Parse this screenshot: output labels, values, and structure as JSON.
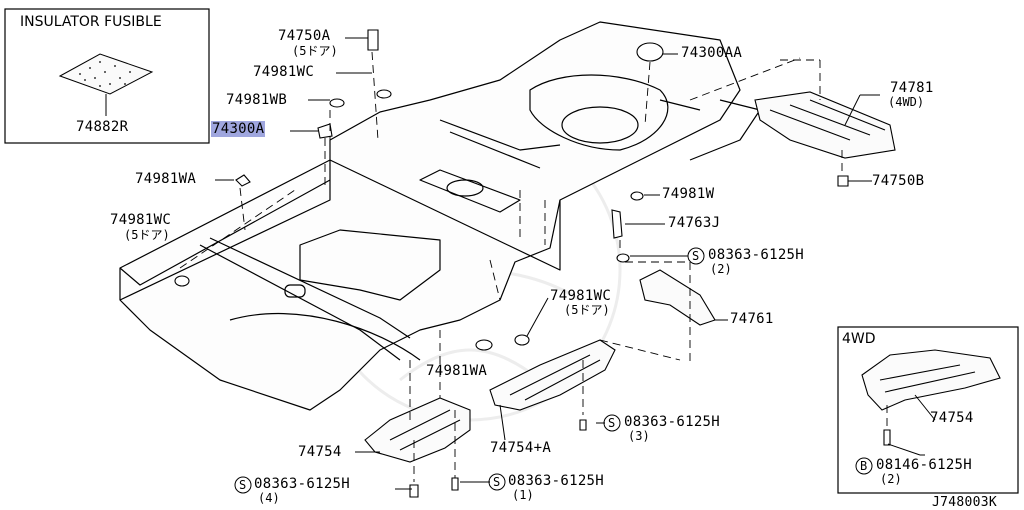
{
  "inset_insulator": {
    "title": "INSULATOR FUSIBLE",
    "part": "74882R"
  },
  "inset_4wd": {
    "title": "4WD",
    "part": "74754",
    "bolt": "08146-6125H",
    "bolt_symbol": "B",
    "bolt_qty": "(2)"
  },
  "labels": {
    "p74750A": "74750A",
    "p74750A_sub": "(5ドア)",
    "p74981WC_top": "74981WC",
    "p74981WB": "74981WB",
    "p74300A": "74300A",
    "p74981WA_left": "74981WA",
    "p74981WC_left": "74981WC",
    "p74981WC_left_sub": "(5ドア)",
    "p74300AA": "74300AA",
    "p74781": "74781",
    "p74781_sub": "(4WD)",
    "p74750B": "74750B",
    "p74981W": "74981W",
    "p74763J": "74763J",
    "bolt_r1": "08363-6125H",
    "bolt_r1_qty": "(2)",
    "p74761": "74761",
    "p74981WC_mid": "74981WC",
    "p74981WC_mid_sub": "(5ドア)",
    "p74981WA_mid": "74981WA",
    "bolt_r3": "08363-6125H",
    "bolt_r3_qty": "(3)",
    "p74754": "74754",
    "p74754A": "74754+A",
    "bolt_b1": "08363-6125H",
    "bolt_b1_qty": "(1)",
    "bolt_b4": "08363-6125H",
    "bolt_b4_qty": "(4)",
    "bolt_symbol_s": "S",
    "diagram_code": "J748003K"
  },
  "highlight_color": "#9fa6de"
}
